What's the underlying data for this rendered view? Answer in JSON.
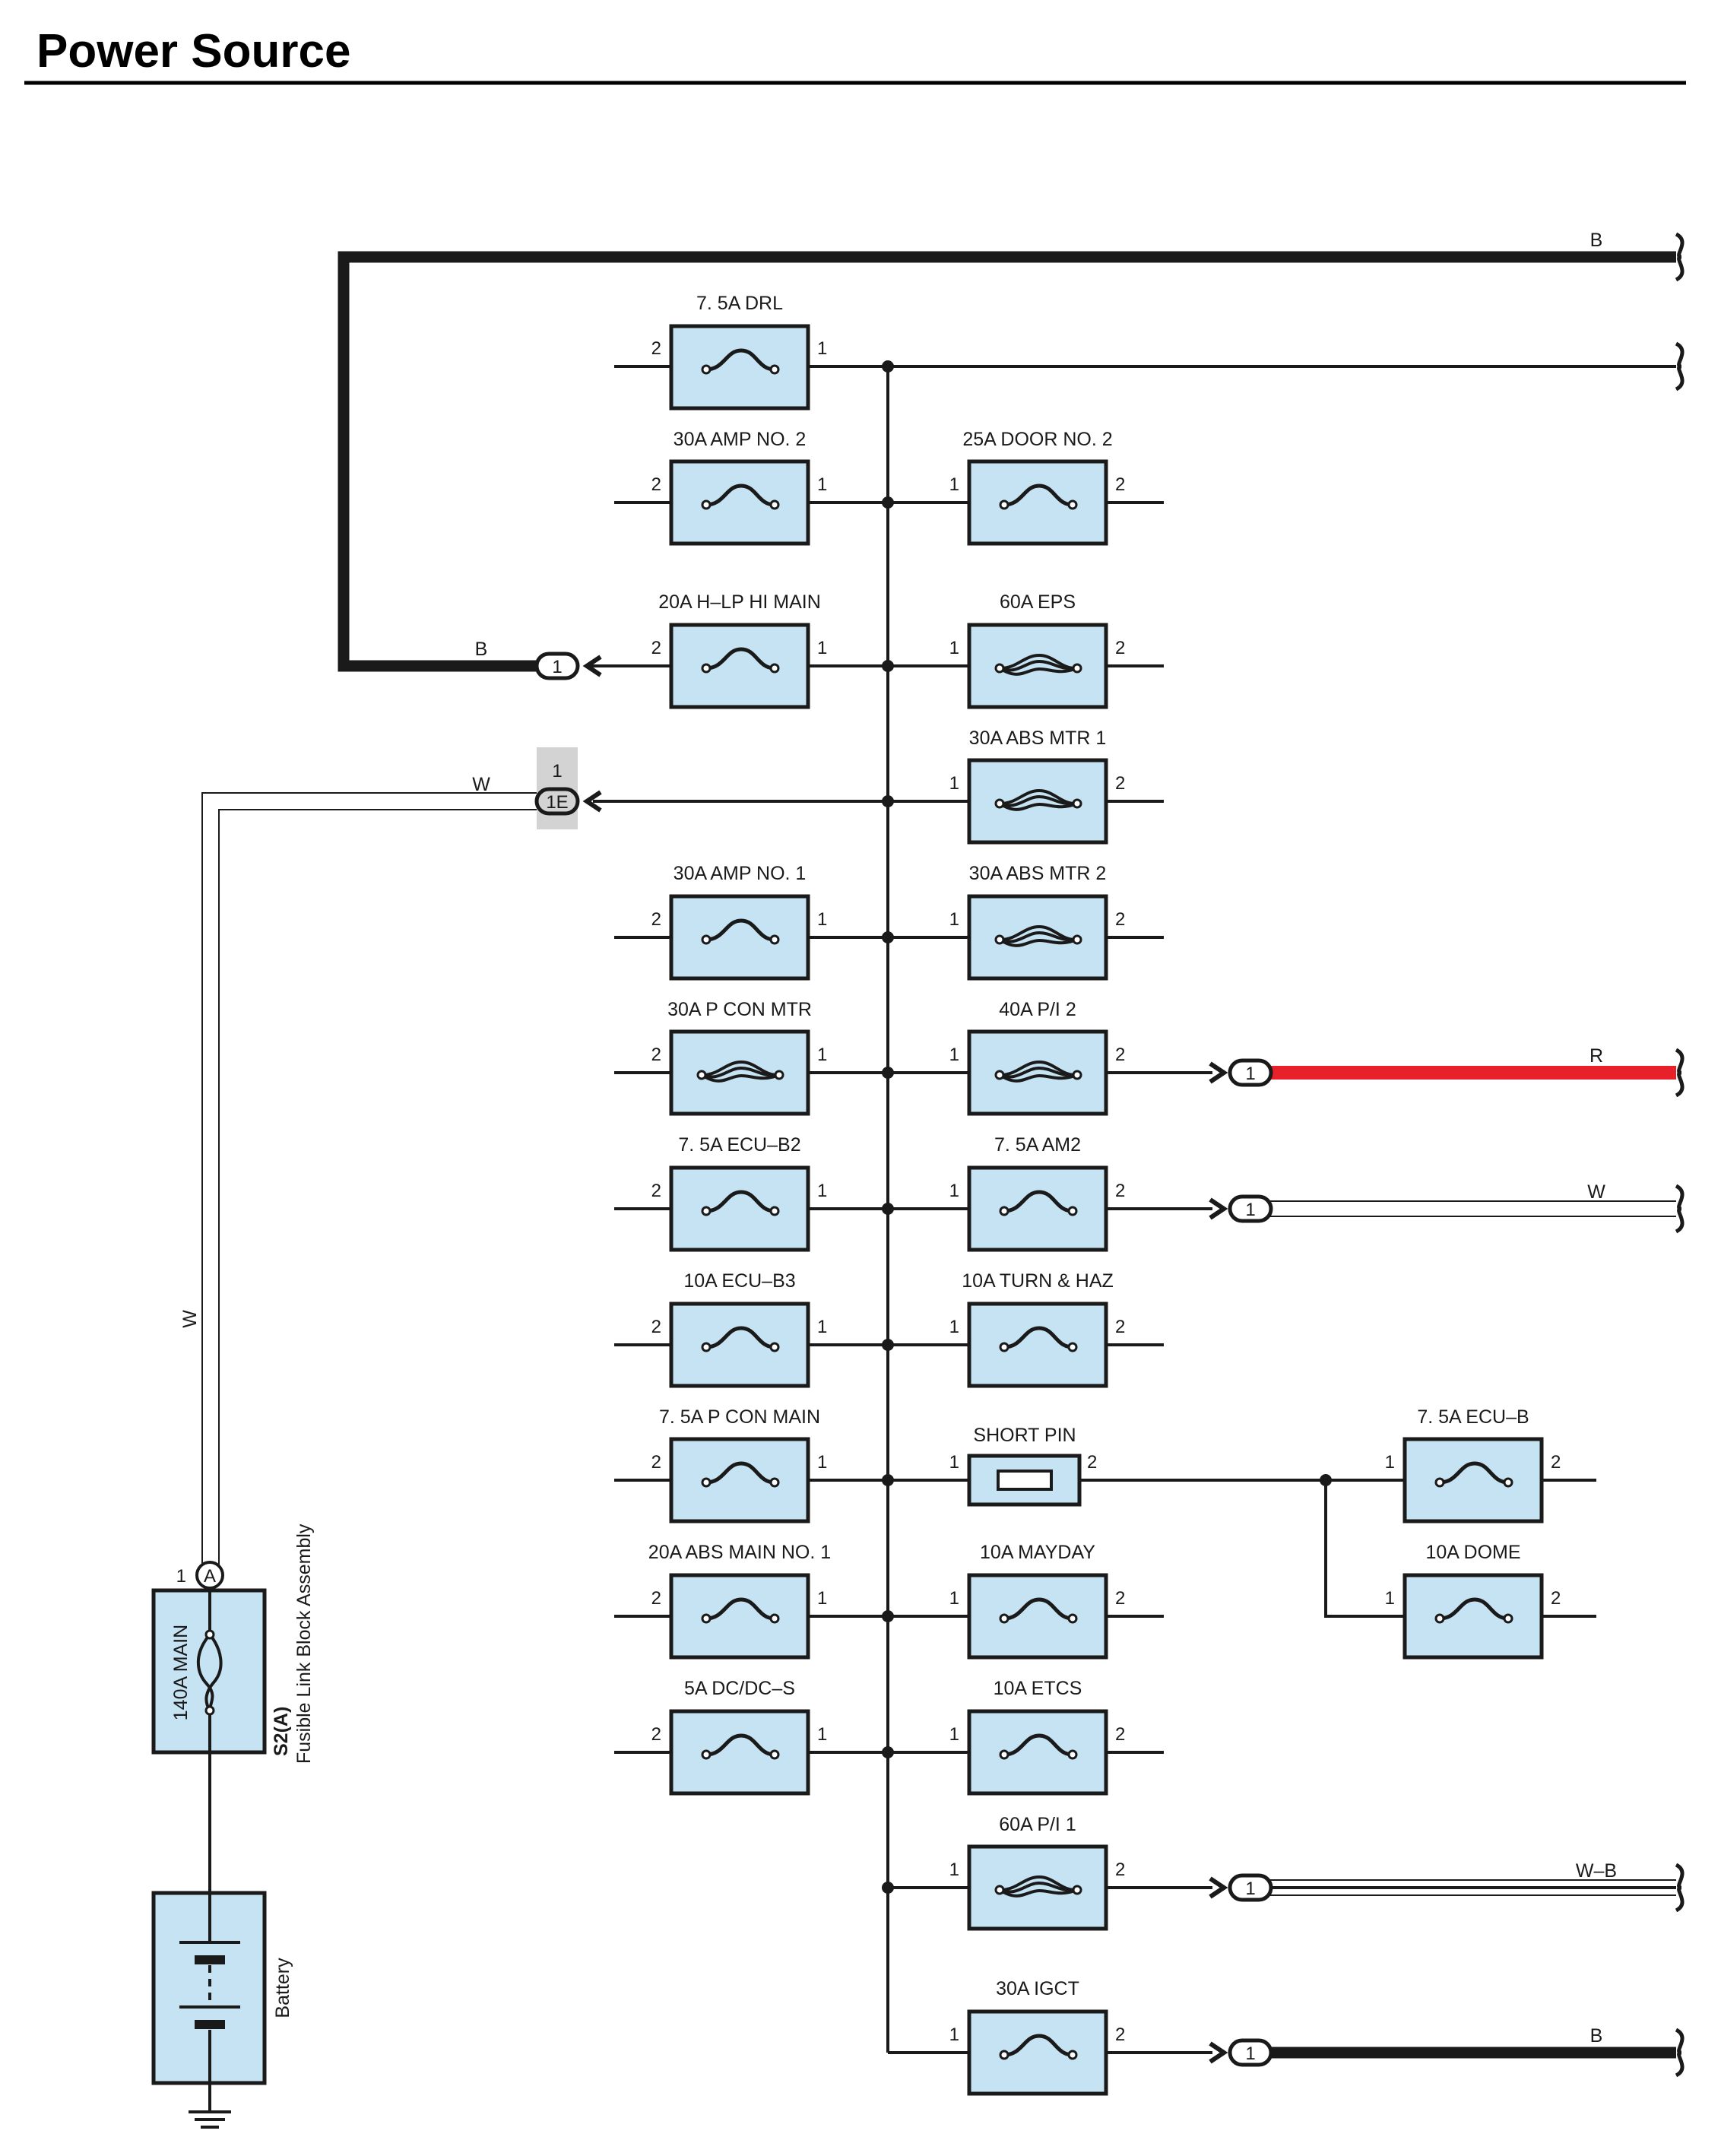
{
  "title": "Power Source",
  "colors": {
    "fuse_fill": "#c5e3f3",
    "red_wire": "#e8202a",
    "ink": "#1a1a1a",
    "connector_shade": "#d3d3d3"
  },
  "fuses": {
    "l1": "7. 5A DRL",
    "l2": "30A AMP NO. 2",
    "l3": "20A H–LP HI MAIN",
    "l5": "30A AMP NO. 1",
    "l6": "30A P CON MTR",
    "l7": "7. 5A ECU–B2",
    "l8": "10A ECU–B3",
    "l9": "7. 5A P CON MAIN",
    "l10": "20A ABS MAIN NO. 1",
    "l11": "5A DC/DC–S",
    "r2": "25A DOOR NO. 2",
    "r3": "60A EPS",
    "r4": "30A ABS MTR 1",
    "r5": "30A ABS MTR 2",
    "r6": "40A P/I 2",
    "r7": "7. 5A AM2",
    "r8": "10A TURN & HAZ",
    "r9": "SHORT PIN",
    "r10": "10A MAYDAY",
    "r11": "10A ETCS",
    "r12": "60A P/I 1",
    "r13": "30A IGCT",
    "x1": "7. 5A ECU–B",
    "x2": "10A DOME"
  },
  "pins": {
    "one": "1",
    "two": "2"
  },
  "connectors": {
    "c1": "1",
    "c1e_top": "1",
    "c1e": "1E",
    "a": "A",
    "a_pin": "1"
  },
  "wires": {
    "b": "B",
    "w": "W",
    "r": "R",
    "wb": "W–B"
  },
  "components": {
    "main_fuse": "140A MAIN",
    "fusible_link_code": "S2(A)",
    "fusible_link_name": "Fusible Link Block Assembly",
    "battery": "Battery"
  }
}
